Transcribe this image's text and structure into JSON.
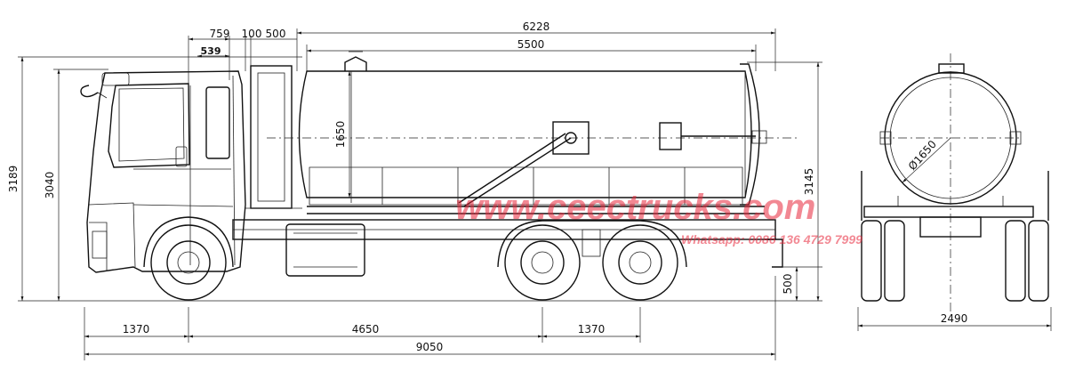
{
  "dimensions": {
    "front_overhang": "1370",
    "wheelbase": "4650",
    "axle_spacing": "1370",
    "overall_length": "9050",
    "tank_body_length": "6228",
    "tank_length": "5500",
    "dim_759": "759",
    "dim_539": "539",
    "dim_100": "100",
    "dim_500_top": "500",
    "overall_height": "3189",
    "cab_height": "3040",
    "tank_top_height": "3145",
    "tank_diameter_side": "1650",
    "rear_frame_height": "500",
    "overall_width": "2490",
    "tank_diameter_rear": "Ø1650"
  },
  "watermark": {
    "url": "www.ceectrucks.com",
    "whatsapp": "Whatsapp: 0086 136 4729 7999"
  }
}
